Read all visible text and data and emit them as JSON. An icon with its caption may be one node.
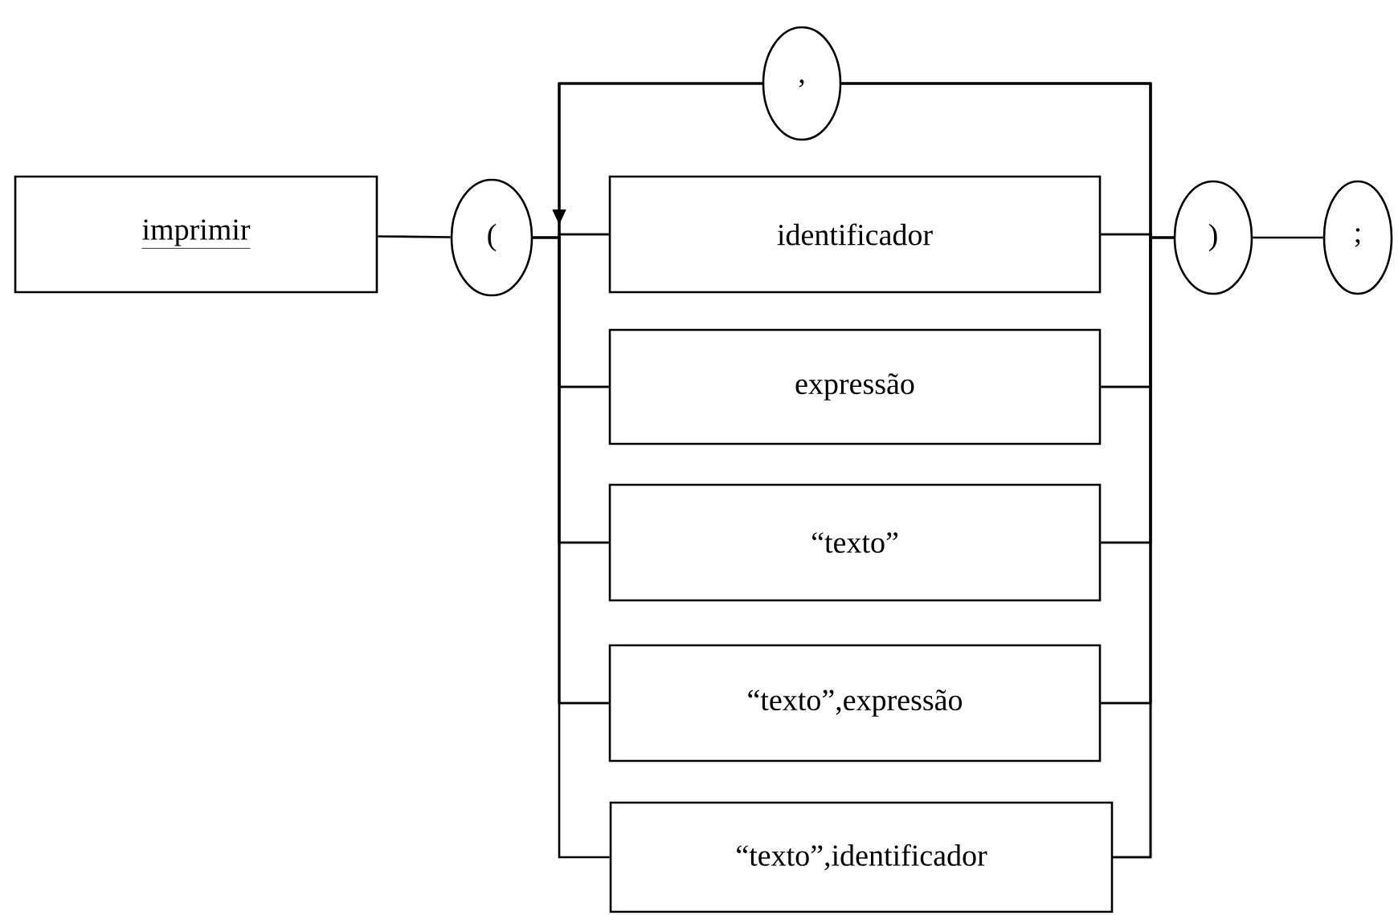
{
  "diagram": {
    "nodes": [
      {
        "text": [
          "imprimir"
        ]
      },
      {
        "text": [
          "("
        ]
      },
      {
        "text": [
          ","
        ]
      },
      {
        "text": [
          "identificador"
        ]
      },
      {
        "text": [
          "expressão"
        ]
      },
      {
        "text": [
          "“texto”"
        ]
      },
      {
        "text": [
          "“texto”,expressão"
        ]
      },
      {
        "text": [
          "“texto”,identificador"
        ]
      },
      {
        "text": [
          ")"
        ]
      },
      {
        "text": [
          ";"
        ]
      }
    ],
    "edges": [
      {
        "from": 0,
        "to": 1,
        "arrow": "none"
      },
      {
        "from": 1,
        "to": 3,
        "arrow": "none"
      },
      {
        "from": 1,
        "to": 4,
        "arrow": "none"
      },
      {
        "from": 1,
        "to": 5,
        "arrow": "none"
      },
      {
        "from": 1,
        "to": 6,
        "arrow": "none"
      },
      {
        "from": 1,
        "to": 7,
        "arrow": "none"
      },
      {
        "from": 3,
        "to": 8,
        "arrow": "none"
      },
      {
        "from": 4,
        "to": 8,
        "arrow": "none"
      },
      {
        "from": 5,
        "to": 8,
        "arrow": "none"
      },
      {
        "from": 6,
        "to": 8,
        "arrow": "none"
      },
      {
        "from": 7,
        "to": 8,
        "arrow": "none"
      },
      {
        "from": 3,
        "to": 2,
        "arrow": "none"
      },
      {
        "from": 4,
        "to": 2,
        "arrow": "none"
      },
      {
        "from": 5,
        "to": 2,
        "arrow": "none"
      },
      {
        "from": 6,
        "to": 2,
        "arrow": "none"
      },
      {
        "from": 7,
        "to": 2,
        "arrow": "none"
      },
      {
        "from": 2,
        "to": 3,
        "arrow": "to"
      },
      {
        "from": 2,
        "to": 4,
        "arrow": "to"
      },
      {
        "from": 2,
        "to": 5,
        "arrow": "to"
      },
      {
        "from": 2,
        "to": 6,
        "arrow": "to"
      },
      {
        "from": 8,
        "to": 9,
        "arrow": "none"
      }
    ]
  }
}
